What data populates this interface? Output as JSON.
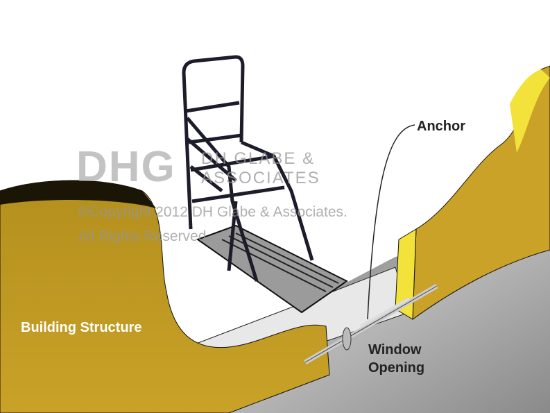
{
  "labels": {
    "anchor": "Anchor",
    "building_structure": "Building Structure",
    "window_opening_line1": "Window",
    "window_opening_line2": "Opening"
  },
  "watermark": {
    "logo": "DHG",
    "company_line1": "DH GLABE &",
    "company_line2": "ASSOCIATES",
    "copyright": "©Copyright 2012 DH Glabe & Associates.",
    "rights": "All Rights Reserved."
  },
  "colors": {
    "wall": "#c9a227",
    "wall_highlight": "#f2e23a",
    "floor": "#9a9a9a",
    "frame": "#1c1c2a"
  }
}
